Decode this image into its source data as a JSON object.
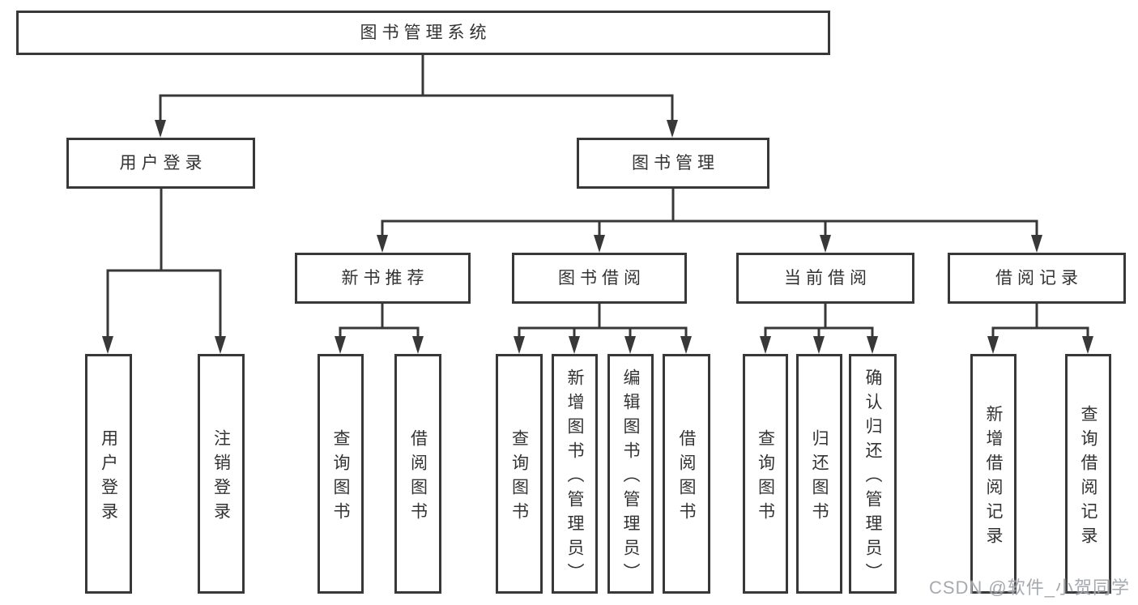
{
  "diagram": {
    "title": "图书管理系统",
    "nodes": [
      {
        "id": "system-root",
        "label": "图书管理系统"
      },
      {
        "id": "user-login",
        "label": "用户登录"
      },
      {
        "id": "book-management",
        "label": "图书管理"
      },
      {
        "id": "new-book-recommend",
        "label": "新书推荐"
      },
      {
        "id": "book-borrowing",
        "label": "图书借阅"
      },
      {
        "id": "current-borrowing",
        "label": "当前借阅"
      },
      {
        "id": "borrow-records",
        "label": "借阅记录"
      },
      {
        "id": "user-login-leaf",
        "label": "用户登录"
      },
      {
        "id": "logout-leaf",
        "label": "注销登录"
      },
      {
        "id": "query-books-recommend",
        "label": "查询图书"
      },
      {
        "id": "borrow-books-recommend",
        "label": "借阅图书"
      },
      {
        "id": "query-books-borrowing",
        "label": "查询图书"
      },
      {
        "id": "add-book-admin",
        "label": "新增图书（管理员）"
      },
      {
        "id": "edit-book-admin",
        "label": "编辑图书（管理员）"
      },
      {
        "id": "borrow-books-borrowing",
        "label": "借阅图书"
      },
      {
        "id": "query-books-current",
        "label": "查询图书"
      },
      {
        "id": "return-books",
        "label": "归还图书"
      },
      {
        "id": "confirm-return-admin",
        "label": "确认归还（管理员）"
      },
      {
        "id": "add-borrow-record",
        "label": "新增借阅记录"
      },
      {
        "id": "query-borrow-record",
        "label": "查询借阅记录"
      }
    ],
    "structure": {
      "system-root": [
        "user-login",
        "book-management"
      ],
      "user-login": [
        "user-login-leaf",
        "logout-leaf"
      ],
      "book-management": [
        "new-book-recommend",
        "book-borrowing",
        "current-borrowing",
        "borrow-records"
      ],
      "new-book-recommend": [
        "query-books-recommend",
        "borrow-books-recommend"
      ],
      "book-borrowing": [
        "query-books-borrowing",
        "add-book-admin",
        "edit-book-admin",
        "borrow-books-borrowing"
      ],
      "current-borrowing": [
        "query-books-current",
        "return-books",
        "confirm-return-admin"
      ],
      "borrow-records": [
        "add-borrow-record",
        "query-borrow-record"
      ]
    }
  },
  "watermark": {
    "text": "CSDN @软件_小贺同学"
  },
  "colors": {
    "line": "#383838",
    "box_border": "#383838",
    "text": "#333333",
    "background": "#ffffff",
    "watermark": "#9ea3a8"
  }
}
